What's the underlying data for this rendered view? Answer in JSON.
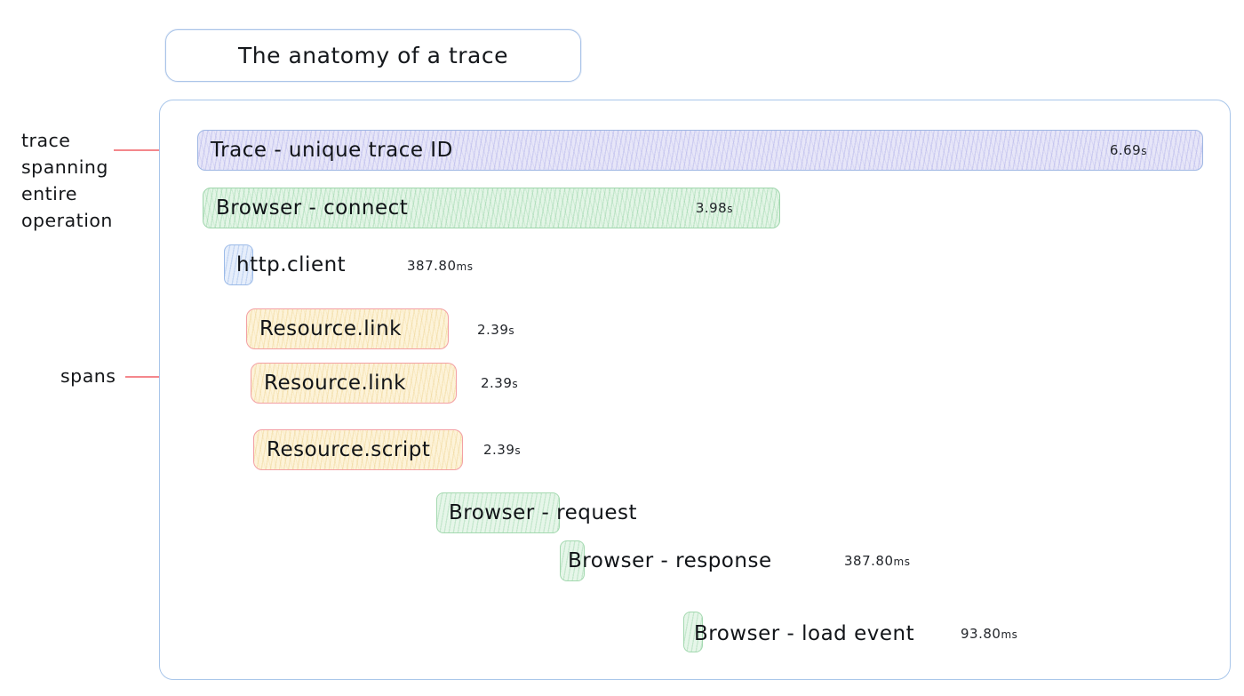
{
  "title": {
    "text": "The anatomy of a trace"
  },
  "annotations": [
    {
      "id": "trace-note",
      "text": "trace\nspanning\nentire\noperation"
    },
    {
      "id": "spans-note",
      "text": "spans"
    }
  ],
  "spans": [
    {
      "name": "Trace - unique trace ID",
      "duration": "6.69",
      "unit": "s",
      "kind": "trace",
      "color": "#e7e6f8",
      "border": "#9fb7e3",
      "label_position": "inside",
      "duration_position": "inside"
    },
    {
      "name": "Browser - connect",
      "duration": "3.98",
      "unit": "s",
      "kind": "browser",
      "color": "#e3f5e6",
      "border": "#9fd6ac",
      "label_position": "inside",
      "duration_position": "inside"
    },
    {
      "name": "http.client",
      "duration": "387.80",
      "unit": "ms",
      "kind": "http",
      "color": "#e6eefb",
      "border": "#9cbbe8",
      "label_position": "overflow",
      "duration_position": "outside"
    },
    {
      "name": "Resource.link",
      "duration": "2.39",
      "unit": "s",
      "kind": "resource",
      "color": "#fdf3d9",
      "border": "#f3a0a4",
      "label_position": "inside",
      "duration_position": "outside"
    },
    {
      "name": "Resource.link",
      "duration": "2.39",
      "unit": "s",
      "kind": "resource",
      "color": "#fdf3d9",
      "border": "#f3a0a4",
      "label_position": "inside",
      "duration_position": "outside"
    },
    {
      "name": "Resource.script",
      "duration": "2.39",
      "unit": "s",
      "kind": "resource",
      "color": "#fdf3d9",
      "border": "#f3a0a4",
      "label_position": "inside",
      "duration_position": "outside"
    },
    {
      "name": "Browser - request",
      "duration": "",
      "unit": "",
      "kind": "browser",
      "color": "#e6f6e9",
      "border": "#a4d9b0",
      "label_position": "overflow",
      "duration_position": "none"
    },
    {
      "name": "Browser - response",
      "duration": "387.80",
      "unit": "ms",
      "kind": "browser",
      "color": "#e6f6e9",
      "border": "#a4d9b0",
      "label_position": "overflow",
      "duration_position": "outside"
    },
    {
      "name": "Browser - load event",
      "duration": "93.80",
      "unit": "ms",
      "kind": "browser",
      "color": "#e6f6e9",
      "border": "#a4d9b0",
      "label_position": "overflow",
      "duration_position": "outside"
    }
  ],
  "colors": {
    "panel_border": "#a9c6ea",
    "annotation_line": "#f4878c",
    "trace_fill": "#e7e6f8",
    "browser_fill": "#e3f5e6",
    "http_fill": "#e6eefb",
    "resource_fill": "#fdf3d9",
    "resource_border": "#f3a0a4",
    "text": "#111418"
  }
}
